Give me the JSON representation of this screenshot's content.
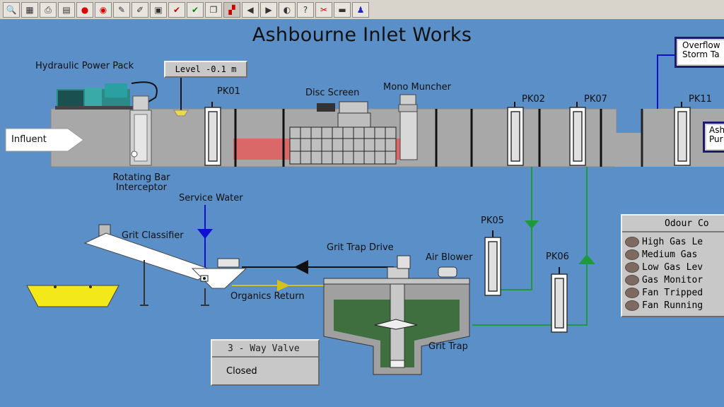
{
  "toolbar": {
    "icons": [
      "magnifier-icon",
      "calculator-icon",
      "printer-icon",
      "report-icon",
      "red-stop-icon",
      "red-alarm-icon",
      "pencil-icon",
      "paint-icon",
      "camera-icon",
      "check-red-icon",
      "check-green-icon",
      "copy-icon",
      "chart-icon",
      "arrow-left-icon",
      "arrow-right-icon",
      "globe-icon",
      "help-icon",
      "tool-icon",
      "clapper-icon",
      "person-icon"
    ]
  },
  "title": "Ashbourne Inlet Works",
  "labels": {
    "hydraulic_power_pack": "Hydraulic Power Pack",
    "level": "Level -0.1 m",
    "pk01": "PK01",
    "disc_screen": "Disc Screen",
    "mono_muncher": "Mono Muncher",
    "pk02": "PK02",
    "pk07": "PK07",
    "pk11": "PK11",
    "influent": "Influent",
    "rotating_bar_1": "Rotating Bar",
    "rotating_bar_2": "Interceptor",
    "service_water": "Service Water",
    "grit_classifier": "Grit Classifier",
    "pk05": "PK05",
    "grit_trap_drive": "Grit Trap Drive",
    "air_blower": "Air Blower",
    "pk06": "PK06",
    "organics_return": "Organics Return",
    "grit_trap": "Grit Trap"
  },
  "overflow_button": {
    "line1": "Overflow",
    "line2": "Storm Ta"
  },
  "ash_button": {
    "line1": "Ash",
    "line2": "Pur"
  },
  "odour_panel": {
    "title": "Odour Co",
    "rows": [
      "High Gas Le",
      "Medium Gas",
      "Low Gas Lev",
      "Gas Monitor",
      "Fan Tripped",
      "Fan Running"
    ]
  },
  "valve_panel": {
    "title": "3 - Way Valve",
    "status": "Closed"
  },
  "colors": {
    "background": "#5b8fc8",
    "channel": "#a8a8a8",
    "blue_line": "#1010d0",
    "green_line": "#1f9a3a",
    "yellow_line": "#d4c21a",
    "red_zone": "#e06060",
    "lamp": "#7d6b62"
  }
}
